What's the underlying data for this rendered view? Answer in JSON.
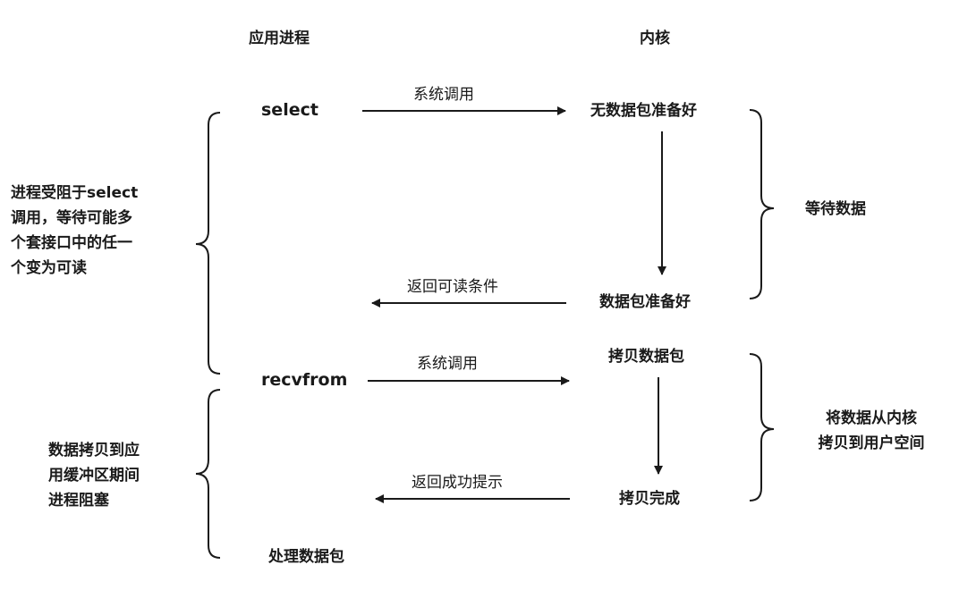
{
  "columns": {
    "app": "应用进程",
    "kernel": "内核"
  },
  "app": {
    "select": "select",
    "recvfrom": "recvfrom",
    "process": "处理数据包"
  },
  "kernel": {
    "no_data": "无数据包准备好",
    "data_ready": "数据包准备好",
    "copy_packet": "拷贝数据包",
    "copy_done": "拷贝完成"
  },
  "arrows": {
    "syscall_1": "系统调用",
    "return_readable": "返回可读条件",
    "syscall_2": "系统调用",
    "return_success": "返回成功提示"
  },
  "notes": {
    "left_top": [
      "进程受阻于select",
      "调用，等待可能多",
      "个套接口中的任一",
      "个变为可读"
    ],
    "left_bottom": [
      "数据拷贝到应",
      "用缓冲区期间",
      "进程阻塞"
    ],
    "right_top": "等待数据",
    "right_bottom": [
      "将数据从内核",
      "拷贝到用户空间"
    ]
  },
  "colors": {
    "stroke": "#1a1a1a",
    "background": "#ffffff"
  }
}
